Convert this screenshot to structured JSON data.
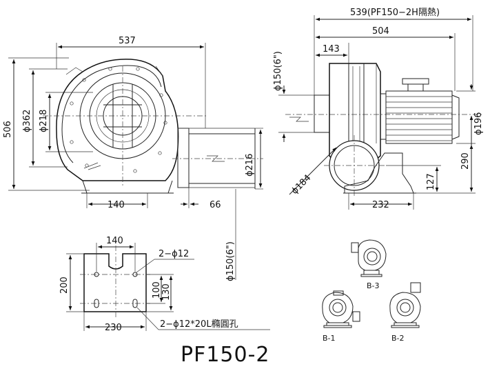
{
  "model_title": "PF150-2",
  "front_view": {
    "width": "537",
    "height": "506",
    "housing_dia": "ϕ362",
    "inlet_dia": "ϕ218",
    "outlet_height": "ϕ216",
    "base_width": "140",
    "outlet_length": "66"
  },
  "side_view": {
    "overall_length_heat": "539(PF150−2H隔熱)",
    "length": "504",
    "inlet_offset": "143",
    "inlet_size": "ϕ150(6\")",
    "motor_dia": "ϕ196",
    "outlet_dia": "ϕ184",
    "base_length": "232",
    "center_height": "127",
    "overall_height": "290"
  },
  "base_plate": {
    "top_spacing": "140",
    "bottom_width": "230",
    "height": "200",
    "slot_spacing": "100",
    "hole_spacing": "130",
    "holes": "2−ϕ12",
    "slots": "2−ϕ12*20L橢圓孔"
  },
  "outlet_flange": "ϕ150(6\")",
  "orientations": [
    "B-3",
    "B-1",
    "B-2"
  ]
}
